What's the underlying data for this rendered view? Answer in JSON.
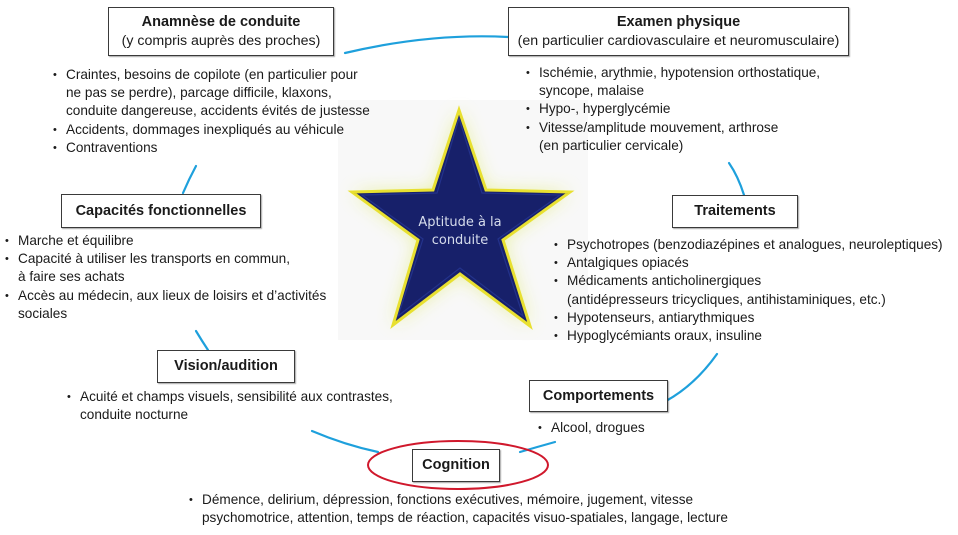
{
  "colors": {
    "star_fill": "#17206a",
    "star_edge": "#e8e030",
    "star_glow": "#e6efb0",
    "connector": "#1ea0dc",
    "highlight_ellipse": "#d0182c",
    "box_border": "#3a3a3a"
  },
  "center": {
    "label_line1": "Aptitude à la",
    "label_line2": "conduite"
  },
  "nodes": {
    "anamnese": {
      "title": "Anamnèse de conduite",
      "subtitle": "(y compris auprès des proches)",
      "items": [
        "Craintes, besoins de copilote (en particulier pour",
        "ne pas se perdre), parcage difficile, klaxons,",
        "conduite dangereuse, accidents évités de justesse",
        "Accidents, dommages inexpliqués au véhicule",
        "Contraventions"
      ]
    },
    "examen": {
      "title": "Examen physique",
      "subtitle": "(en particulier cardiovasculaire et neuromusculaire)",
      "items": [
        "Ischémie, arythmie, hypotension orthostatique,",
        "syncope, malaise",
        "Hypo-, hyperglycémie",
        "Vitesse/amplitude mouvement, arthrose",
        "(en particulier cervicale)"
      ]
    },
    "capacites": {
      "title": "Capacités fonctionnelles",
      "items": [
        "Marche et équilibre",
        "Capacité à utiliser les transports en commun,",
        "à faire ses achats",
        "Accès au médecin, aux lieux de loisirs et d’activités",
        "sociales"
      ]
    },
    "traitements": {
      "title": "Traitements",
      "items": [
        "Psychotropes (benzodiazépines et analogues, neuroleptiques)",
        "Antalgiques opiacés",
        "Médicaments anticholinergiques",
        "(antidépresseurs tricycliques, antihistaminiques, etc.)",
        "Hypotenseurs, antiarythmiques",
        "Hypoglycémiants oraux, insuline"
      ]
    },
    "vision": {
      "title": "Vision/audition",
      "items": [
        "Acuité et champs visuels, sensibilité aux contrastes,",
        "conduite nocturne"
      ]
    },
    "comportements": {
      "title": "Comportements",
      "items": [
        "Alcool, drogues"
      ]
    },
    "cognition": {
      "title": "Cognition",
      "highlighted": true,
      "items": [
        "Démence, delirium, dépression, fonctions exécutives, mémoire, jugement, vitesse",
        "psychomotrice, attention, temps de réaction, capacités visuo-spatiales, langage, lecture"
      ]
    }
  }
}
